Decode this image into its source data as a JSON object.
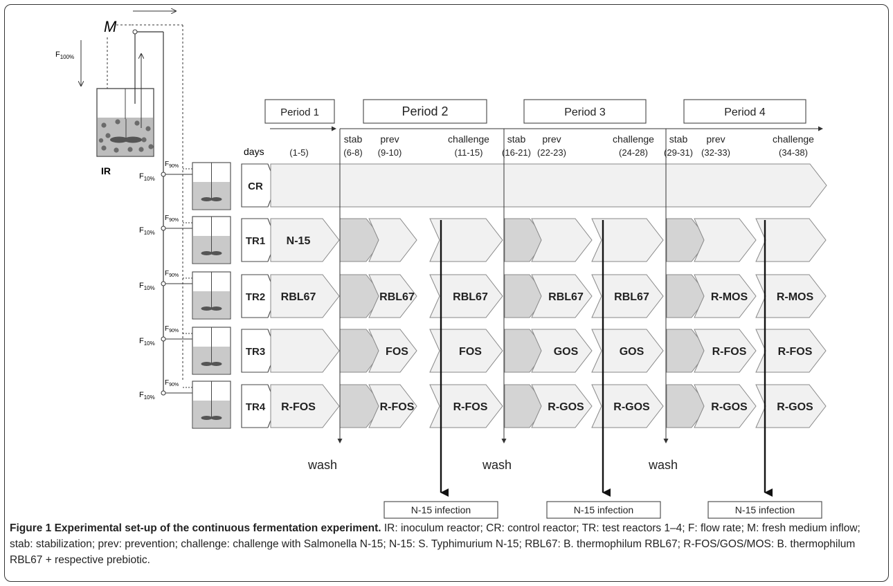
{
  "reactor_labels": {
    "inflow_symbol": "M",
    "ir": "IR",
    "f100_base": "F",
    "f100_sub": "100%",
    "f10_base": "F",
    "f10_sub": "10%",
    "f90_base": "F",
    "f90_sub": "90%"
  },
  "periods": [
    {
      "label": "Period 1"
    },
    {
      "label": "Period 2"
    },
    {
      "label": "Period 3"
    },
    {
      "label": "Period 4"
    }
  ],
  "days_label": "days",
  "phases": [
    {
      "name": "",
      "days": "(1-5)"
    },
    {
      "name": "stab",
      "days": "(6-8)"
    },
    {
      "name": "prev",
      "days": "(9-10)"
    },
    {
      "name": "challenge",
      "days": "(11-15)"
    },
    {
      "name": "stab",
      "days": "(16-21)"
    },
    {
      "name": "prev",
      "days": "(22-23)"
    },
    {
      "name": "challenge",
      "days": "(24-28)"
    },
    {
      "name": "stab",
      "days": "(29-31)"
    },
    {
      "name": "prev",
      "days": "(32-33)"
    },
    {
      "name": "challenge",
      "days": "(34-38)"
    }
  ],
  "rows": [
    {
      "reactor": "CR",
      "p1": "",
      "cells": []
    },
    {
      "reactor": "TR1",
      "p1": "N-15",
      "cells": [
        "",
        "",
        "",
        "",
        "",
        ""
      ]
    },
    {
      "reactor": "TR2",
      "p1": "RBL67",
      "cells": [
        "RBL67",
        "RBL67",
        "RBL67",
        "RBL67",
        "R-MOS",
        "R-MOS"
      ]
    },
    {
      "reactor": "TR3",
      "p1": "",
      "cells": [
        "FOS",
        "FOS",
        "GOS",
        "GOS",
        "R-FOS",
        "R-FOS"
      ]
    },
    {
      "reactor": "TR4",
      "p1": "R-FOS",
      "cells": [
        "R-FOS",
        "R-FOS",
        "R-GOS",
        "R-GOS",
        "R-GOS",
        "R-GOS"
      ]
    }
  ],
  "wash_label": "wash",
  "infection_label": "N-15 infection",
  "caption": {
    "title": "Figure 1 Experimental set-up of the continuous fermentation experiment.",
    "body": " IR: inoculum reactor; CR: control reactor; TR: test reactors 1–4; F: flow rate; M: fresh medium inflow; stab: stabilization; prev: prevention; challenge: challenge with Salmonella N-15; N-15: S. Typhimurium N-15; RBL67: B. thermophilum RBL67; R-FOS/GOS/MOS: B. thermophilum RBL67 + respective prebiotic."
  },
  "colors": {
    "stab_fill": "#d4d4d4",
    "arrow_fill": "#f1f1f1",
    "stroke": "#555555",
    "reactor_liquid": "#c9c9c9"
  }
}
